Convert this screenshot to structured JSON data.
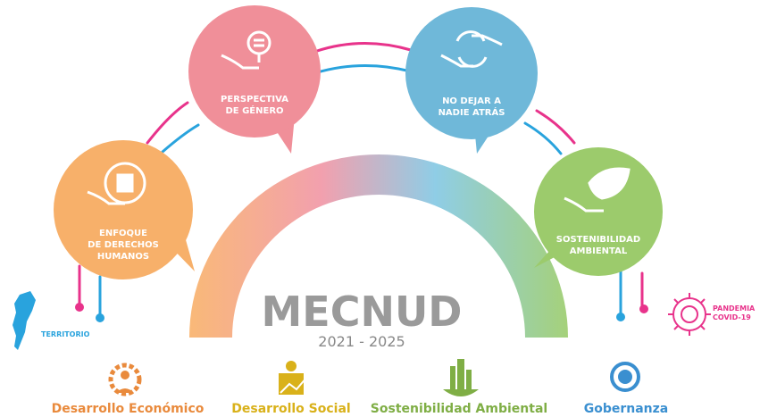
{
  "title": "MECNUD",
  "years": "2021 - 2025",
  "bubbles": [
    {
      "lines": [
        "ENFOQUE",
        "DE DERECHOS",
        "HUMANOS"
      ],
      "color": "#f7b06a",
      "icon": "hands-arrows-icon"
    },
    {
      "lines": [
        "PERSPECTIVA",
        "DE GÉNERO"
      ],
      "color": "#f08f99",
      "icon": "gender-equality-icon"
    },
    {
      "lines": [
        "NO DEJAR A",
        "NADIE ATRÁS"
      ],
      "color": "#6fb8d9",
      "icon": "hands-cycle-icon"
    },
    {
      "lines": [
        "SOSTENIBILIDAD",
        "AMBIENTAL"
      ],
      "color": "#9ccb6c",
      "icon": "leaf-hand-icon"
    }
  ],
  "left_label": "TERRITORIO",
  "right_label": [
    "PANDEMIA",
    "COVID-19"
  ],
  "pillars": [
    {
      "label": "Desarrollo Económico",
      "color": "#e98a3c",
      "icon": "gear-person-icon"
    },
    {
      "label": "Desarrollo Social",
      "color": "#d9b11a",
      "icon": "social-growth-icon"
    },
    {
      "label": "Sostenibilidad Ambiental",
      "color": "#7fae45",
      "icon": "city-plant-icon"
    },
    {
      "label": "Gobernanza",
      "color": "#3a8fd0",
      "icon": "governance-circle-icon"
    }
  ],
  "colors": {
    "pink": "#e8338b",
    "blue": "#29a3dd",
    "gray": "#9a9a9a"
  }
}
